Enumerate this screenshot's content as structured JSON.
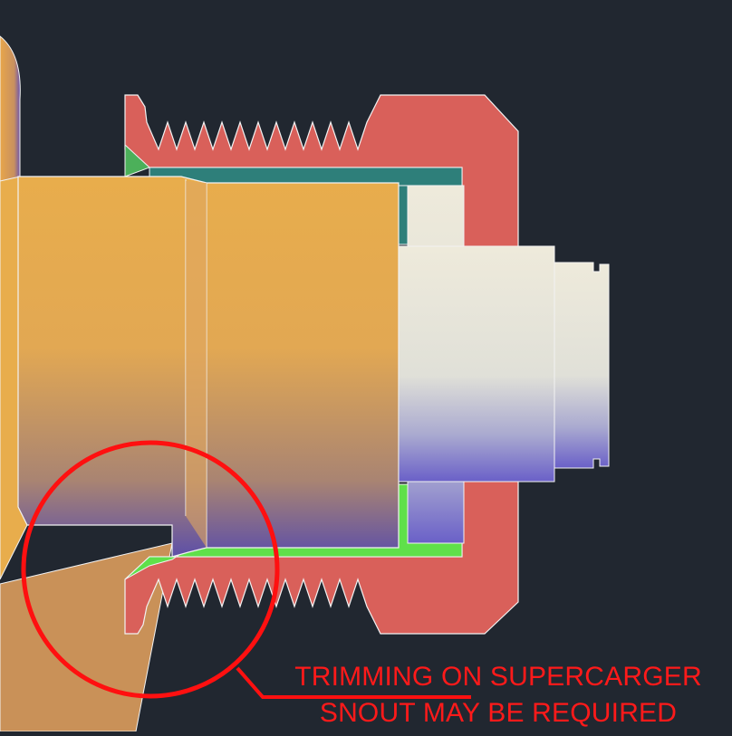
{
  "annotation": {
    "line1": "TRIMMING ON SUPERCARGER",
    "line2": "SNOUT MAY BE REQUIRED"
  },
  "colors": {
    "background": "#212730",
    "fitting_nut": "#d9605a",
    "tube_body": "#e8af4e",
    "tube_shadow": "#6a5bb0",
    "insert": "#e8e8d0",
    "seal_teal": "#2e7f7a",
    "seal_green": "#5fe04a",
    "snout": "#c99158",
    "annotation": "#ff1a1a"
  },
  "icons": [
    "highlight-circle"
  ]
}
